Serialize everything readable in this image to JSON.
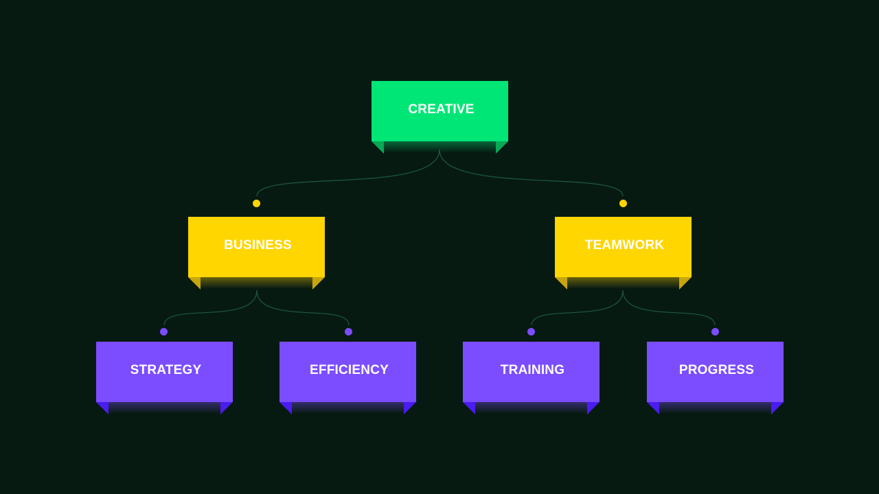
{
  "diagram": {
    "nodes": [
      {
        "id": "creative",
        "label": "CREATIVE",
        "level": "root"
      },
      {
        "id": "business",
        "label": "BUSINESS",
        "level": "mid"
      },
      {
        "id": "teamwork",
        "label": "TEAMWORK",
        "level": "mid"
      },
      {
        "id": "strategy",
        "label": "STRATEGY",
        "level": "leaf"
      },
      {
        "id": "efficiency",
        "label": "EFFICIENCY",
        "level": "leaf"
      },
      {
        "id": "training",
        "label": "TRAINING",
        "level": "leaf"
      },
      {
        "id": "progress",
        "label": "PROGRESS",
        "level": "leaf"
      }
    ],
    "edges": [
      {
        "from": "creative",
        "to": "business"
      },
      {
        "from": "creative",
        "to": "teamwork"
      },
      {
        "from": "business",
        "to": "strategy"
      },
      {
        "from": "business",
        "to": "efficiency"
      },
      {
        "from": "teamwork",
        "to": "training"
      },
      {
        "from": "teamwork",
        "to": "progress"
      }
    ]
  },
  "colors": {
    "background": "#071a12",
    "root": "#00e676",
    "mid": "#ffd600",
    "leaf": "#7c4dff",
    "connector": "#1e5a3c",
    "text": "#ffffff"
  }
}
